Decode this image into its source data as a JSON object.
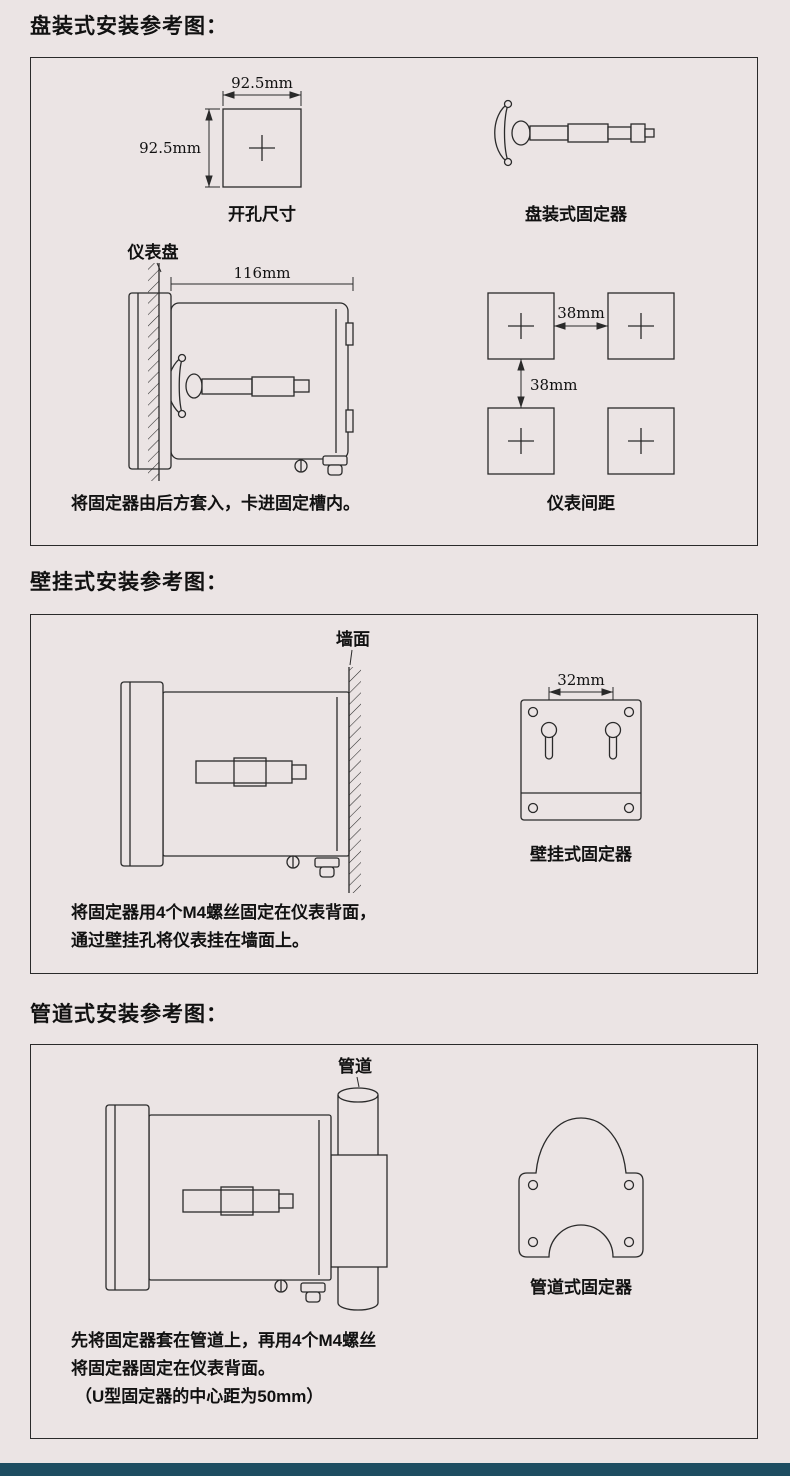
{
  "colors": {
    "background": "#ebe4e4",
    "line": "#2a2a2a",
    "footer": "#1e4d61"
  },
  "panel": {
    "title": "盘装式安装参考图：",
    "cutout": {
      "width": "92.5mm",
      "height": "92.5mm",
      "label": "开孔尺寸"
    },
    "fixer_label": "盘装式固定器",
    "panel_label": "仪表盘",
    "depth_dim": "116mm",
    "caption": "将固定器由后方套入，卡进固定槽内。",
    "spacing": {
      "h": "38mm",
      "v": "38mm",
      "label": "仪表间距"
    }
  },
  "wall": {
    "title": "壁挂式安装参考图：",
    "wall_label": "墙面",
    "hole_dim": "32mm",
    "fixer_label": "壁挂式固定器",
    "caption1": "将固定器用4个M4螺丝固定在仪表背面，",
    "caption2": "通过壁挂孔将仪表挂在墙面上。"
  },
  "pipe": {
    "title": "管道式安装参考图：",
    "pipe_label": "管道",
    "fixer_label": "管道式固定器",
    "caption1": "先将固定器套在管道上，再用4个M4螺丝",
    "caption2": "将固定器固定在仪表背面。",
    "caption3": "（U型固定器的中心距为50mm）"
  }
}
